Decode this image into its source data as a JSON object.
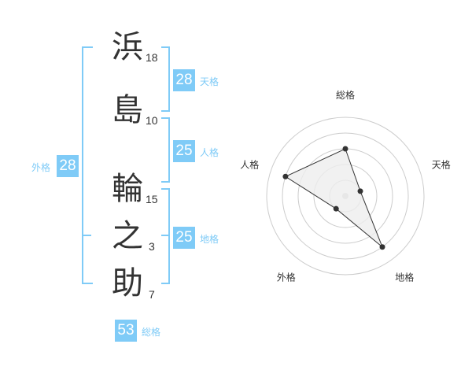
{
  "name": [
    {
      "char": "浜",
      "strokes": "18"
    },
    {
      "char": "島",
      "strokes": "10"
    },
    {
      "char": "輪",
      "strokes": "15"
    },
    {
      "char": "之",
      "strokes": "3"
    },
    {
      "char": "助",
      "strokes": "7"
    }
  ],
  "kaku": {
    "tenkaku": {
      "value": "28",
      "label": "天格"
    },
    "jinkaku": {
      "value": "25",
      "label": "人格"
    },
    "chikaku": {
      "value": "25",
      "label": "地格"
    },
    "gaikaku": {
      "value": "28",
      "label": "外格"
    },
    "soukaku": {
      "value": "53",
      "label": "総格"
    }
  },
  "chart_data": {
    "type": "radar",
    "axes": [
      "総格",
      "天格",
      "地格",
      "外格",
      "人格"
    ],
    "values": [
      3,
      1,
      4,
      1,
      4
    ],
    "range": [
      0,
      5
    ],
    "rings": 5,
    "colors": {
      "fill": "#eeeeee",
      "line": "#333333",
      "ring": "#cccccc"
    }
  }
}
